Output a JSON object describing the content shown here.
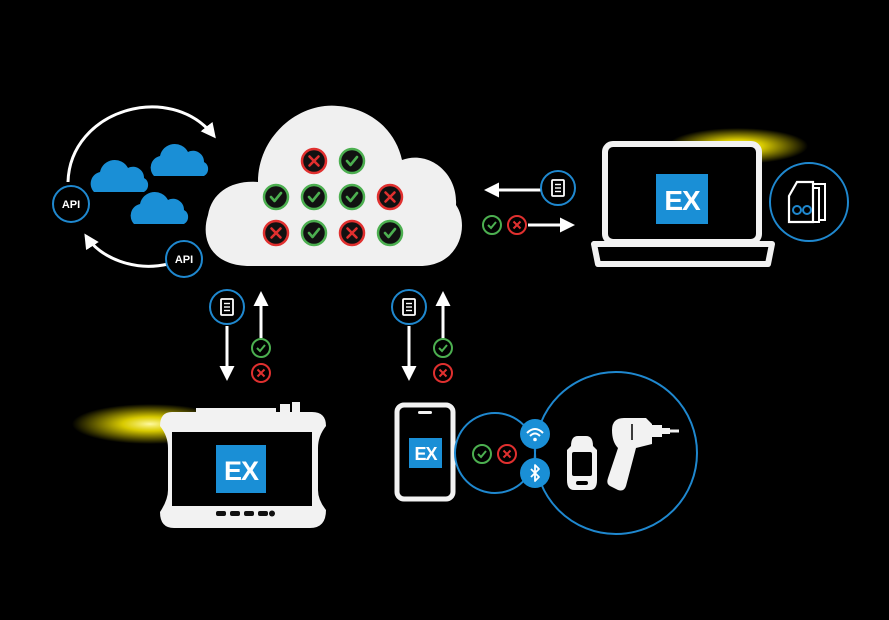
{
  "colors": {
    "background": "#000000",
    "accent_blue": "#1a8fd6",
    "circle_stroke": "#1f88cf",
    "pass_green": "#4caf50",
    "fail_red": "#e0302f",
    "glow": "#ffee00",
    "device_white": "#f2f2f2"
  },
  "api_badges": [
    "API",
    "API"
  ],
  "ex_logos": [
    "EX",
    "EX",
    "EX"
  ],
  "icons": {
    "document": "document-icon",
    "pass": "check-icon",
    "fail": "x-icon",
    "wifi": "wifi-icon",
    "bluetooth": "bluetooth-icon",
    "sfp": "sfp-module-icon",
    "cloud": "cloud-icon"
  },
  "cloud_results": [
    [
      "fail",
      "pass"
    ],
    [
      "pass",
      "pass",
      "pass",
      "fail"
    ],
    [
      "fail",
      "pass",
      "fail",
      "pass"
    ]
  ]
}
